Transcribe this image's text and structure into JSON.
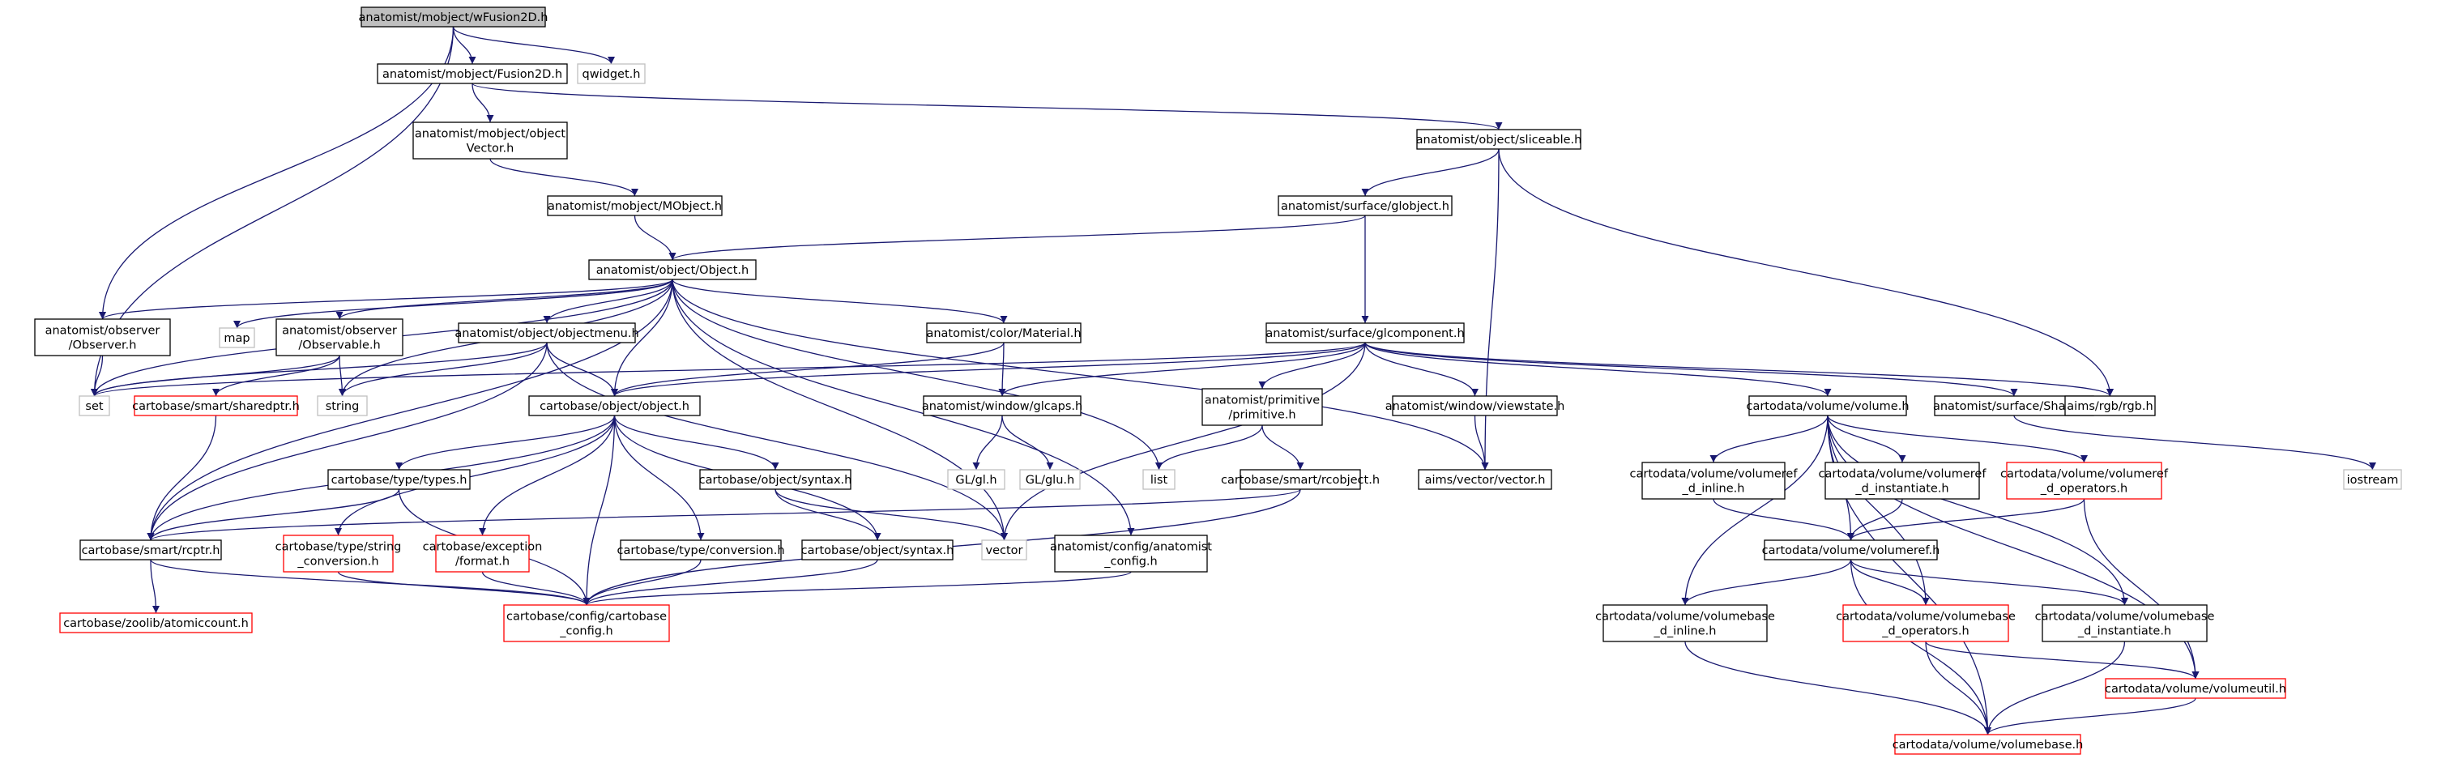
{
  "graph": {
    "nodes": [
      {
        "id": "n0",
        "lines": [
          "anatomist/mobject/wFusion2D.h"
        ],
        "kind": "root"
      },
      {
        "id": "n1",
        "lines": [
          "anatomist/mobject/Fusion2D.h"
        ],
        "kind": "normal"
      },
      {
        "id": "n2",
        "lines": [
          "qwidget.h"
        ],
        "kind": "external"
      },
      {
        "id": "n3",
        "lines": [
          "anatomist/mobject/object",
          "Vector.h"
        ],
        "kind": "normal"
      },
      {
        "id": "n4",
        "lines": [
          "anatomist/object/sliceable.h"
        ],
        "kind": "normal"
      },
      {
        "id": "n5",
        "lines": [
          "anatomist/mobject/MObject.h"
        ],
        "kind": "normal"
      },
      {
        "id": "n6",
        "lines": [
          "anatomist/surface/globject.h"
        ],
        "kind": "normal"
      },
      {
        "id": "n7",
        "lines": [
          "anatomist/object/Object.h"
        ],
        "kind": "normal"
      },
      {
        "id": "n8",
        "lines": [
          "anatomist/observer",
          "/Observer.h"
        ],
        "kind": "normal"
      },
      {
        "id": "n9",
        "lines": [
          "map"
        ],
        "kind": "external"
      },
      {
        "id": "n10",
        "lines": [
          "anatomist/observer",
          "/Observable.h"
        ],
        "kind": "normal"
      },
      {
        "id": "n11",
        "lines": [
          "anatomist/object/objectmenu.h"
        ],
        "kind": "normal"
      },
      {
        "id": "n12",
        "lines": [
          "anatomist/color/Material.h"
        ],
        "kind": "normal"
      },
      {
        "id": "n13",
        "lines": [
          "anatomist/surface/glcomponent.h"
        ],
        "kind": "normal"
      },
      {
        "id": "n14",
        "lines": [
          "set"
        ],
        "kind": "external"
      },
      {
        "id": "n15",
        "lines": [
          "cartobase/smart/sharedptr.h"
        ],
        "kind": "truncated"
      },
      {
        "id": "n16",
        "lines": [
          "string"
        ],
        "kind": "external"
      },
      {
        "id": "n17",
        "lines": [
          "cartobase/object/object.h"
        ],
        "kind": "normal"
      },
      {
        "id": "n18",
        "lines": [
          "anatomist/window/glcaps.h"
        ],
        "kind": "normal"
      },
      {
        "id": "n19",
        "lines": [
          "anatomist/primitive",
          "/primitive.h"
        ],
        "kind": "normal"
      },
      {
        "id": "n20",
        "lines": [
          "anatomist/window/viewstate.h"
        ],
        "kind": "normal"
      },
      {
        "id": "n21",
        "lines": [
          "cartodata/volume/volume.h"
        ],
        "kind": "normal"
      },
      {
        "id": "n22",
        "lines": [
          "anatomist/surface/Shader.h"
        ],
        "kind": "normal"
      },
      {
        "id": "n23",
        "lines": [
          "aims/rgb/rgb.h"
        ],
        "kind": "normal"
      },
      {
        "id": "n24",
        "lines": [
          "iostream"
        ],
        "kind": "external"
      },
      {
        "id": "n25",
        "lines": [
          "cartobase/type/types.h"
        ],
        "kind": "normal"
      },
      {
        "id": "n26",
        "lines": [
          "cartobase/object/syntax.h"
        ],
        "kind": "normal"
      },
      {
        "id": "n27",
        "lines": [
          "GL/gl.h"
        ],
        "kind": "external"
      },
      {
        "id": "n28",
        "lines": [
          "GL/glu.h"
        ],
        "kind": "external"
      },
      {
        "id": "n29",
        "lines": [
          "list"
        ],
        "kind": "external"
      },
      {
        "id": "n30",
        "lines": [
          "cartobase/smart/rcobject.h"
        ],
        "kind": "normal"
      },
      {
        "id": "n31",
        "lines": [
          "aims/vector/vector.h"
        ],
        "kind": "normal"
      },
      {
        "id": "n32",
        "lines": [
          "cartodata/volume/volumeref",
          "_d_inline.h"
        ],
        "kind": "normal"
      },
      {
        "id": "n33",
        "lines": [
          "cartodata/volume/volumeref",
          "_d_instantiate.h"
        ],
        "kind": "normal"
      },
      {
        "id": "n34",
        "lines": [
          "cartodata/volume/volumeref",
          "_d_operators.h"
        ],
        "kind": "truncated"
      },
      {
        "id": "n35",
        "lines": [
          "cartobase/smart/rcptr.h"
        ],
        "kind": "normal"
      },
      {
        "id": "n36",
        "lines": [
          "cartobase/type/string",
          "_conversion.h"
        ],
        "kind": "truncated"
      },
      {
        "id": "n37",
        "lines": [
          "cartobase/exception",
          "/format.h"
        ],
        "kind": "truncated"
      },
      {
        "id": "n38",
        "lines": [
          "cartobase/type/conversion.h"
        ],
        "kind": "normal"
      },
      {
        "id": "n39",
        "lines": [
          "cartobase/object/syntax.h"
        ],
        "kind": "normal"
      },
      {
        "id": "n40",
        "lines": [
          "vector"
        ],
        "kind": "external"
      },
      {
        "id": "n41",
        "lines": [
          "anatomist/config/anatomist",
          "_config.h"
        ],
        "kind": "normal"
      },
      {
        "id": "n42",
        "lines": [
          "cartodata/volume/volumeref.h"
        ],
        "kind": "normal"
      },
      {
        "id": "n43",
        "lines": [
          "cartobase/zoolib/atomiccount.h"
        ],
        "kind": "truncated"
      },
      {
        "id": "n44",
        "lines": [
          "cartobase/config/cartobase",
          "_config.h"
        ],
        "kind": "truncated"
      },
      {
        "id": "n45",
        "lines": [
          "cartodata/volume/volumebase",
          "_d_inline.h"
        ],
        "kind": "normal"
      },
      {
        "id": "n46",
        "lines": [
          "cartodata/volume/volumebase",
          "_d_operators.h"
        ],
        "kind": "truncated"
      },
      {
        "id": "n47",
        "lines": [
          "cartodata/volume/volumebase",
          "_d_instantiate.h"
        ],
        "kind": "normal"
      },
      {
        "id": "n48",
        "lines": [
          "cartodata/volume/volumeutil.h"
        ],
        "kind": "truncated"
      },
      {
        "id": "n49",
        "lines": [
          "cartodata/volume/volumebase.h"
        ],
        "kind": "truncated"
      }
    ],
    "edges": [
      [
        "n0",
        "n1"
      ],
      [
        "n0",
        "n2"
      ],
      [
        "n0",
        "n8"
      ],
      [
        "n0",
        "n14"
      ],
      [
        "n1",
        "n3"
      ],
      [
        "n1",
        "n4"
      ],
      [
        "n3",
        "n5"
      ],
      [
        "n5",
        "n7"
      ],
      [
        "n4",
        "n6"
      ],
      [
        "n4",
        "n31"
      ],
      [
        "n4",
        "n23"
      ],
      [
        "n6",
        "n7"
      ],
      [
        "n6",
        "n13"
      ],
      [
        "n7",
        "n8"
      ],
      [
        "n7",
        "n9"
      ],
      [
        "n7",
        "n10"
      ],
      [
        "n7",
        "n11"
      ],
      [
        "n7",
        "n12"
      ],
      [
        "n7",
        "n14"
      ],
      [
        "n7",
        "n16"
      ],
      [
        "n7",
        "n17"
      ],
      [
        "n7",
        "n35"
      ],
      [
        "n7",
        "n40"
      ],
      [
        "n7",
        "n41"
      ],
      [
        "n7",
        "n29"
      ],
      [
        "n7",
        "n31"
      ],
      [
        "n8",
        "n14"
      ],
      [
        "n10",
        "n14"
      ],
      [
        "n10",
        "n16"
      ],
      [
        "n10",
        "n15"
      ],
      [
        "n11",
        "n14"
      ],
      [
        "n11",
        "n16"
      ],
      [
        "n11",
        "n17"
      ],
      [
        "n11",
        "n35"
      ],
      [
        "n11",
        "n40"
      ],
      [
        "n12",
        "n17"
      ],
      [
        "n12",
        "n18"
      ],
      [
        "n13",
        "n14"
      ],
      [
        "n13",
        "n17"
      ],
      [
        "n13",
        "n18"
      ],
      [
        "n13",
        "n19"
      ],
      [
        "n13",
        "n20"
      ],
      [
        "n13",
        "n21"
      ],
      [
        "n13",
        "n22"
      ],
      [
        "n13",
        "n23"
      ],
      [
        "n13",
        "n40"
      ],
      [
        "n15",
        "n35"
      ],
      [
        "n17",
        "n35"
      ],
      [
        "n17",
        "n25"
      ],
      [
        "n17",
        "n26"
      ],
      [
        "n17",
        "n36"
      ],
      [
        "n17",
        "n37"
      ],
      [
        "n17",
        "n38"
      ],
      [
        "n17",
        "n39"
      ],
      [
        "n17",
        "n44"
      ],
      [
        "n18",
        "n27"
      ],
      [
        "n18",
        "n28"
      ],
      [
        "n19",
        "n29"
      ],
      [
        "n19",
        "n30"
      ],
      [
        "n20",
        "n31"
      ],
      [
        "n21",
        "n32"
      ],
      [
        "n21",
        "n33"
      ],
      [
        "n21",
        "n34"
      ],
      [
        "n21",
        "n42"
      ],
      [
        "n21",
        "n45"
      ],
      [
        "n21",
        "n46"
      ],
      [
        "n21",
        "n47"
      ],
      [
        "n21",
        "n48"
      ],
      [
        "n21",
        "n49"
      ],
      [
        "n22",
        "n24"
      ],
      [
        "n25",
        "n35"
      ],
      [
        "n25",
        "n44"
      ],
      [
        "n26",
        "n39"
      ],
      [
        "n26",
        "n40"
      ],
      [
        "n30",
        "n35"
      ],
      [
        "n30",
        "n44"
      ],
      [
        "n32",
        "n42"
      ],
      [
        "n33",
        "n42"
      ],
      [
        "n34",
        "n42"
      ],
      [
        "n34",
        "n48"
      ],
      [
        "n35",
        "n43"
      ],
      [
        "n35",
        "n44"
      ],
      [
        "n36",
        "n44"
      ],
      [
        "n37",
        "n44"
      ],
      [
        "n38",
        "n44"
      ],
      [
        "n39",
        "n44"
      ],
      [
        "n41",
        "n44"
      ],
      [
        "n42",
        "n45"
      ],
      [
        "n42",
        "n46"
      ],
      [
        "n42",
        "n47"
      ],
      [
        "n42",
        "n49"
      ],
      [
        "n45",
        "n49"
      ],
      [
        "n46",
        "n49"
      ],
      [
        "n46",
        "n48"
      ],
      [
        "n47",
        "n49"
      ],
      [
        "n48",
        "n49"
      ]
    ]
  },
  "colors": {
    "edge": "#191970",
    "root_fill": "#bfbfbf",
    "node_border": "#000000",
    "external_border": "#bfbfbf",
    "truncated_border": "#ff0000"
  }
}
